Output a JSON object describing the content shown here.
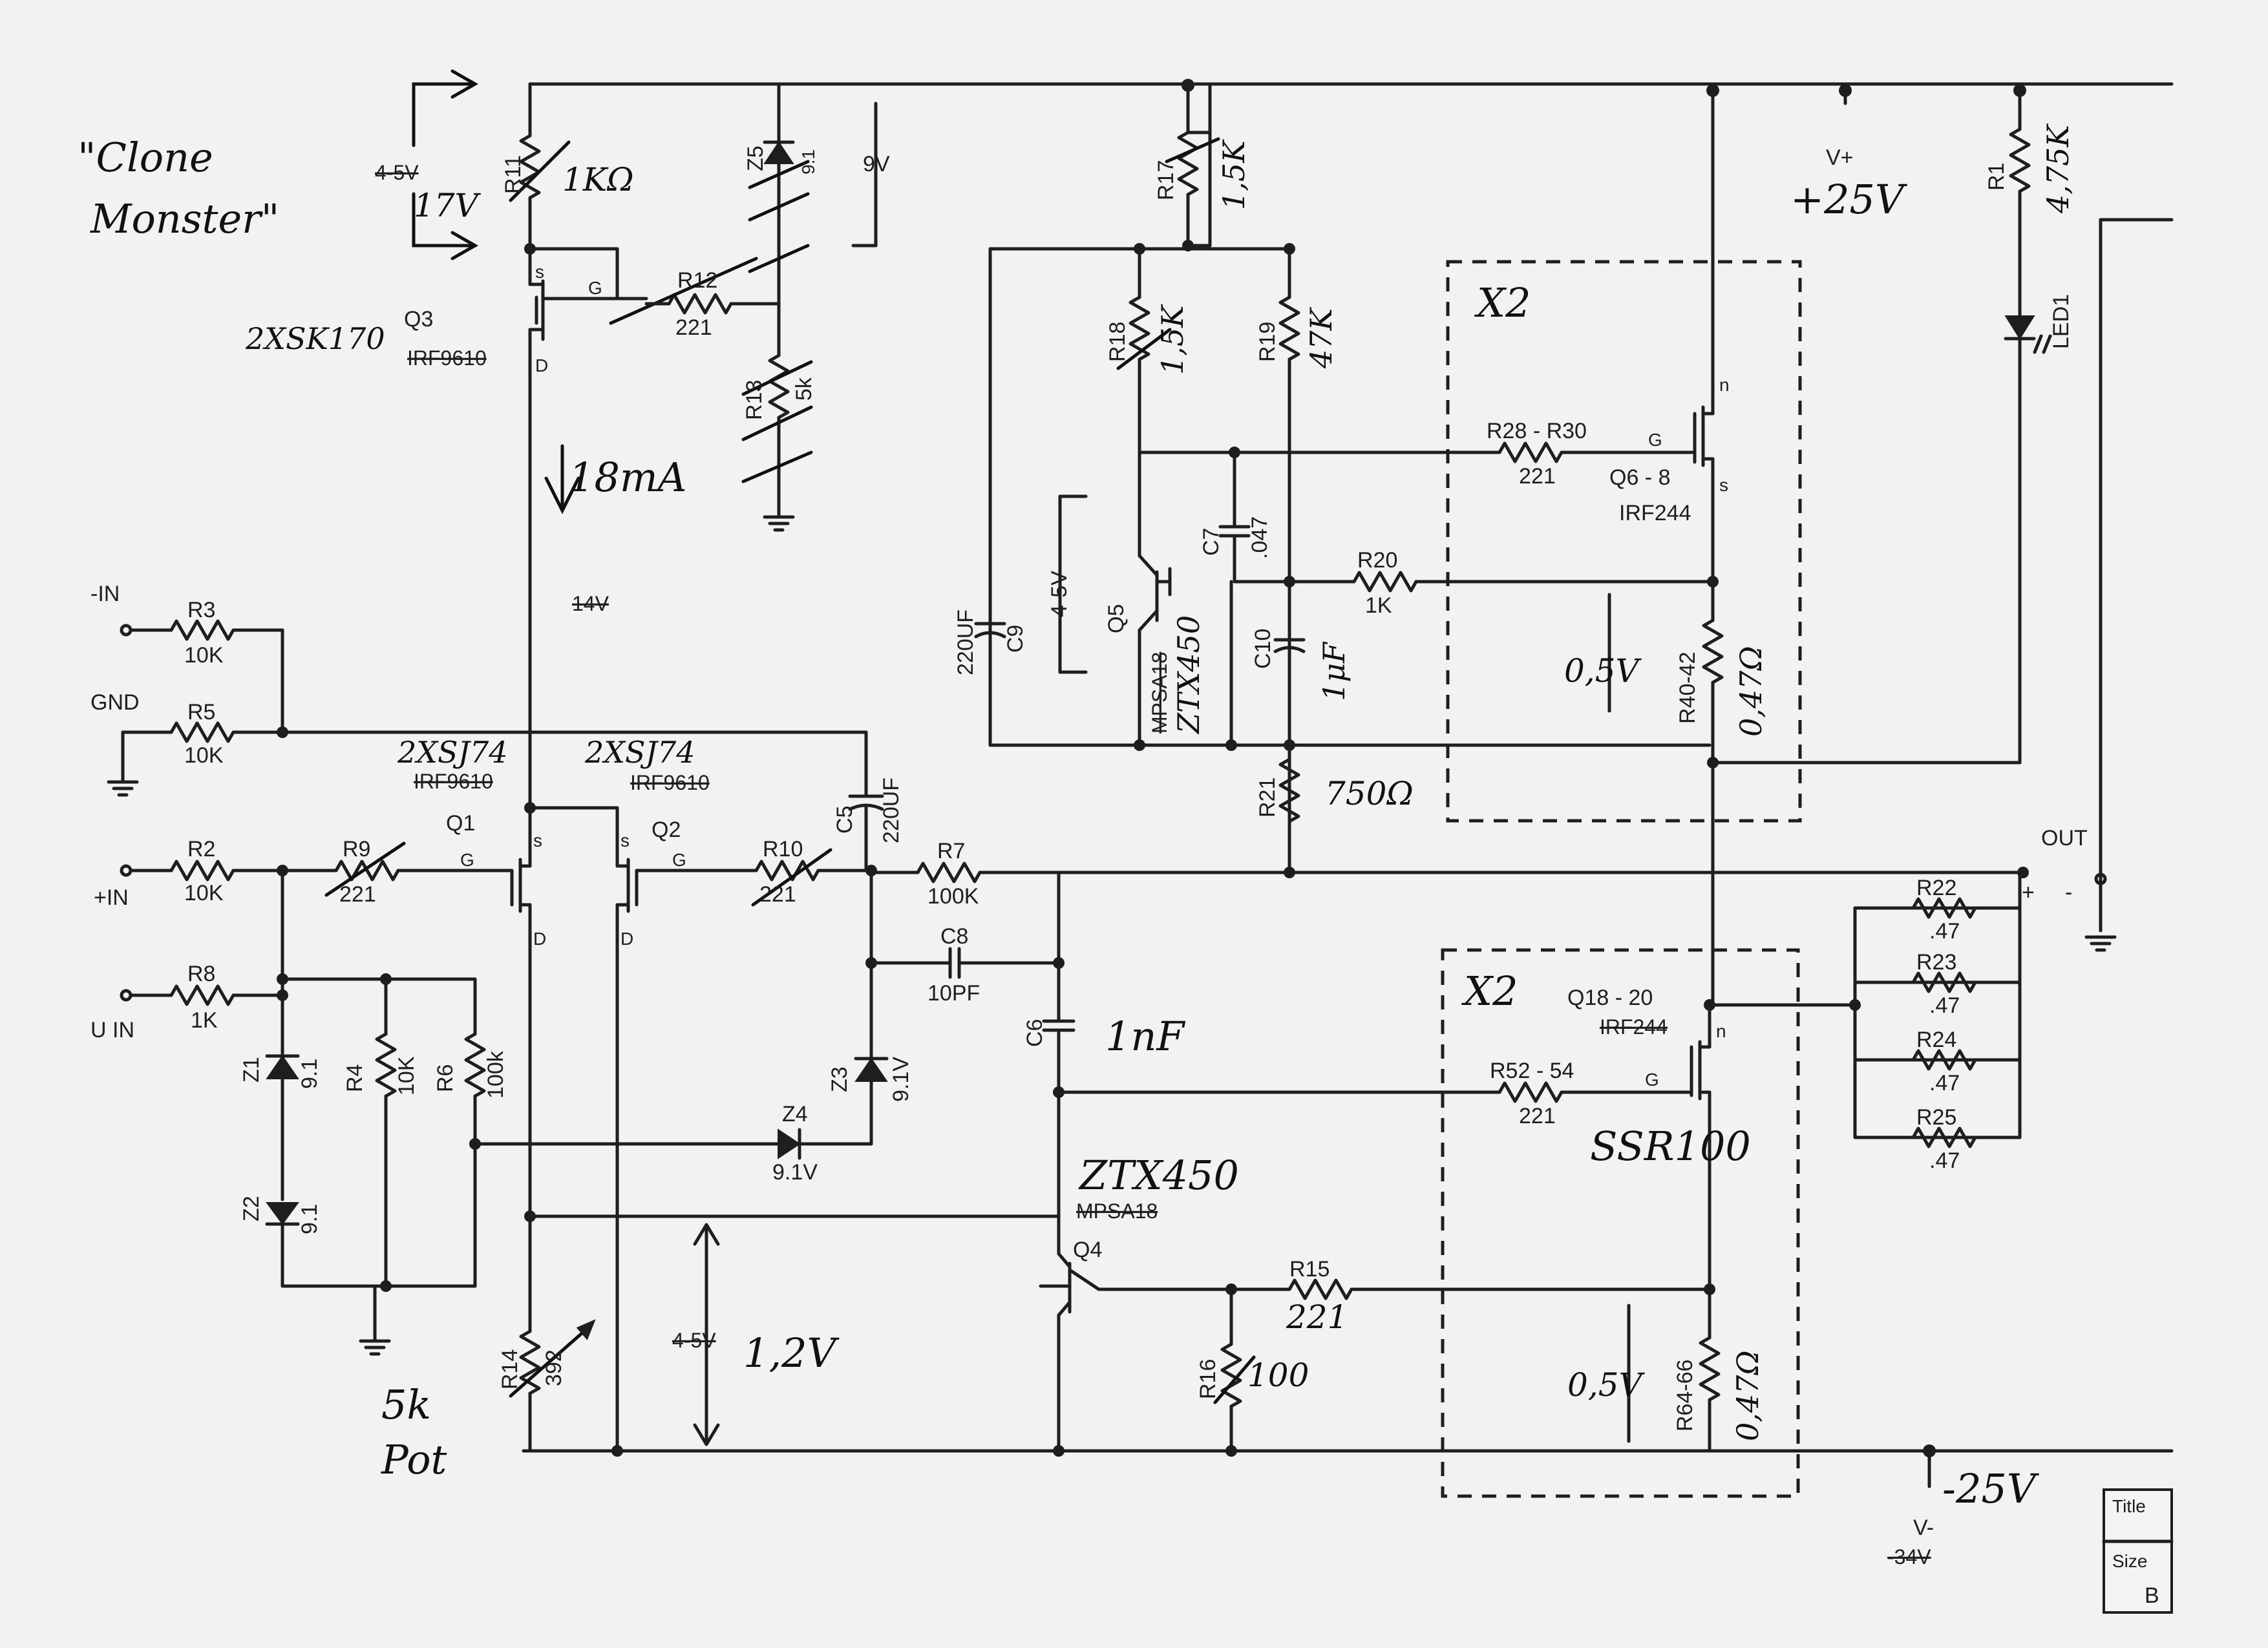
{
  "notes": {
    "title_line1": "\"Clone",
    "title_line2": "Monster\"",
    "supply_note": "+25V",
    "supply_orig": "+25V",
    "neg_supply_note": "-25V",
    "neg_supply_orig": "-34V",
    "v11_orig": "4-5V",
    "v11_new": "17V",
    "i_q3": "18mA",
    "v_mid_orig": "14V",
    "v_r14_orig": "4-5V",
    "v_r14_new": "1,2V",
    "pot_line1": "5k",
    "pot_line2": "Pot",
    "v_top_bias": "0,5V",
    "v_bottom_bias": "0,5V",
    "v_q5": "4-5V",
    "v_z5": "9V"
  },
  "labels": {
    "v_plus": "V+",
    "v_minus": "V-",
    "out": "OUT",
    "in_minus": "-IN",
    "in_plus": "+IN",
    "gnd": "GND",
    "u_in": "U IN",
    "out_plus": "+",
    "out_minus": "-",
    "x2_top": "X2",
    "x2_bottom": "X2"
  },
  "components": {
    "r1": {
      "ref": "R1",
      "value": "4,75K"
    },
    "r2": {
      "ref": "R2",
      "value": "10K"
    },
    "r3": {
      "ref": "R3",
      "value": "10K"
    },
    "r4": {
      "ref": "R4",
      "value": "10K"
    },
    "r5": {
      "ref": "R5",
      "value": "10K"
    },
    "r6": {
      "ref": "R6",
      "value": "100k"
    },
    "r7": {
      "ref": "R7",
      "value": "100K"
    },
    "r8": {
      "ref": "R8",
      "value": "1K"
    },
    "r9": {
      "ref": "R9",
      "value": "221"
    },
    "r10": {
      "ref": "R10",
      "value": "221"
    },
    "r11": {
      "ref": "R11",
      "value": "1KΩ"
    },
    "r12": {
      "ref": "R12",
      "value": "221"
    },
    "r13": {
      "ref": "R13",
      "value": "5k"
    },
    "r14": {
      "ref": "R14",
      "value": "392"
    },
    "r15": {
      "ref": "R15",
      "value": "221"
    },
    "r16": {
      "ref": "R16",
      "value": "100"
    },
    "r17": {
      "ref": "R17",
      "value": "1,5K"
    },
    "r18": {
      "ref": "R18",
      "value": "1,5K"
    },
    "r19": {
      "ref": "R19",
      "value": "47K"
    },
    "r20": {
      "ref": "R20",
      "value": "1K"
    },
    "r21": {
      "ref": "R21",
      "value": "750Ω"
    },
    "r22": {
      "ref": "R22",
      "value": ".47"
    },
    "r23": {
      "ref": "R23",
      "value": ".47"
    },
    "r24": {
      "ref": "R24",
      "value": ".47"
    },
    "r25": {
      "ref": "R25",
      "value": ".47"
    },
    "r28_30": {
      "ref": "R28 - R30",
      "value": "221"
    },
    "r40_42": {
      "ref": "R40-42",
      "value": "0,47Ω"
    },
    "r52_54": {
      "ref": "R52 - 54",
      "value": "221"
    },
    "r64_66": {
      "ref": "R64-66",
      "value": "0,47Ω"
    },
    "c5": {
      "ref": "C5",
      "value": "220UF"
    },
    "c6": {
      "ref": "C6",
      "value": "1nF"
    },
    "c7": {
      "ref": "C7",
      "value": ".047"
    },
    "c8": {
      "ref": "C8",
      "value": "10PF"
    },
    "c9": {
      "ref": "C9",
      "value": "220UF"
    },
    "c10": {
      "ref": "C10",
      "value": "1μF"
    },
    "z1": {
      "ref": "Z1",
      "value": "9.1"
    },
    "z2": {
      "ref": "Z2",
      "value": "9.1"
    },
    "z3": {
      "ref": "Z3",
      "value": "9.1V"
    },
    "z4": {
      "ref": "Z4",
      "value": "9.1V"
    },
    "z5": {
      "ref": "Z5",
      "value": "9.1"
    },
    "led1": {
      "ref": "LED1"
    },
    "q1": {
      "ref": "Q1",
      "part": "2XSJ74",
      "orig": "IRF9610"
    },
    "q2": {
      "ref": "Q2",
      "part": "2XSJ74",
      "orig": "IRF9610"
    },
    "q3": {
      "ref": "Q3",
      "part": "2XSK170",
      "orig": "IRF9610"
    },
    "q4": {
      "ref": "Q4",
      "part": "ZTX450",
      "orig": "MPSA18"
    },
    "q5": {
      "ref": "Q5",
      "part": "ZTX450",
      "orig": "MPSA18"
    },
    "q6_8": {
      "ref": "Q6 - 8",
      "part": "IRF244"
    },
    "q18_20": {
      "ref": "Q18 - 20",
      "part": "SSR100",
      "orig": "IRF244"
    }
  },
  "pins": {
    "s": "s",
    "g": "G",
    "d": "D",
    "n": "n"
  },
  "title_block": {
    "title": "Title",
    "size": "Size",
    "size_value": "B"
  }
}
